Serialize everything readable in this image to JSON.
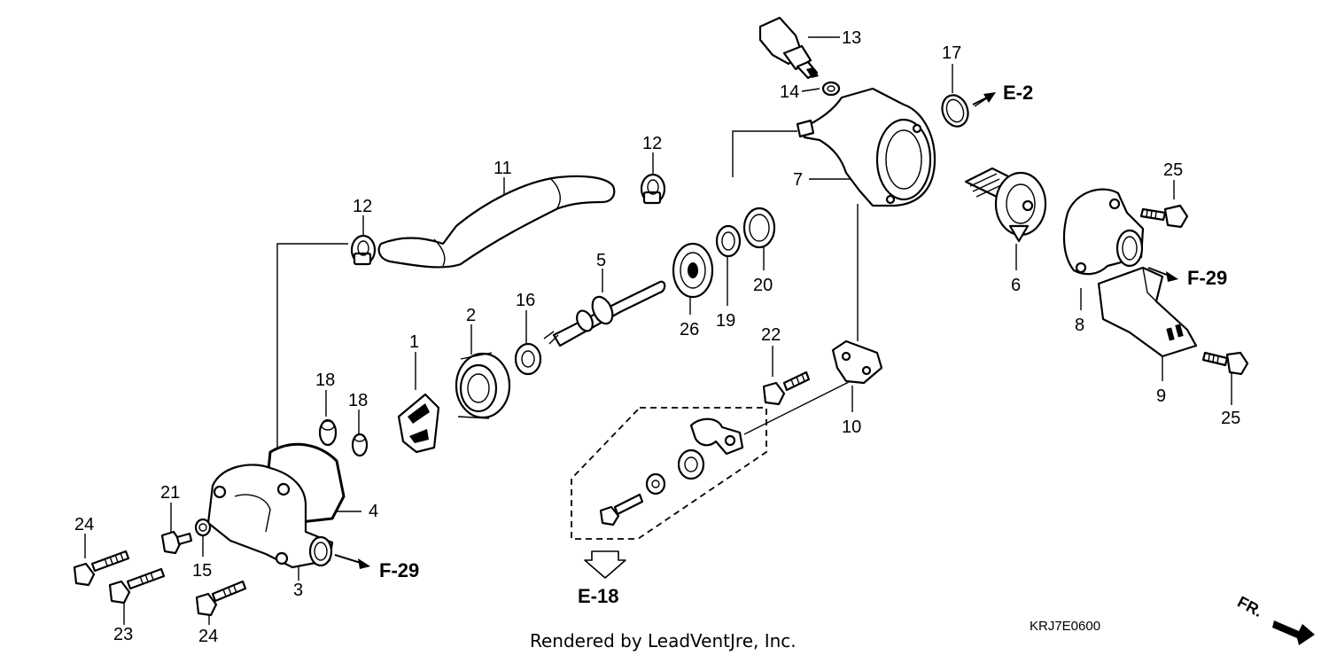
{
  "callouts": {
    "c1": "1",
    "c2": "2",
    "c3": "3",
    "c4": "4",
    "c5": "5",
    "c6": "6",
    "c7": "7",
    "c8": "8",
    "c9": "9",
    "c10": "10",
    "c11": "11",
    "c12a": "12",
    "c12b": "12",
    "c13": "13",
    "c14": "14",
    "c15": "15",
    "c16": "16",
    "c17": "17",
    "c18a": "18",
    "c18b": "18",
    "c19": "19",
    "c20": "20",
    "c21": "21",
    "c22": "22",
    "c23": "23",
    "c24a": "24",
    "c24b": "24",
    "c25a": "25",
    "c25b": "25",
    "c26": "26"
  },
  "references": {
    "e2": "E-2",
    "f29_right": "F-29",
    "f29_left": "F-29",
    "e18": "E-18"
  },
  "footer": {
    "credit": "Rendered by LeadVentJre, Inc.",
    "diagram_code": "KRJ7E0600",
    "front_label": "FR."
  }
}
